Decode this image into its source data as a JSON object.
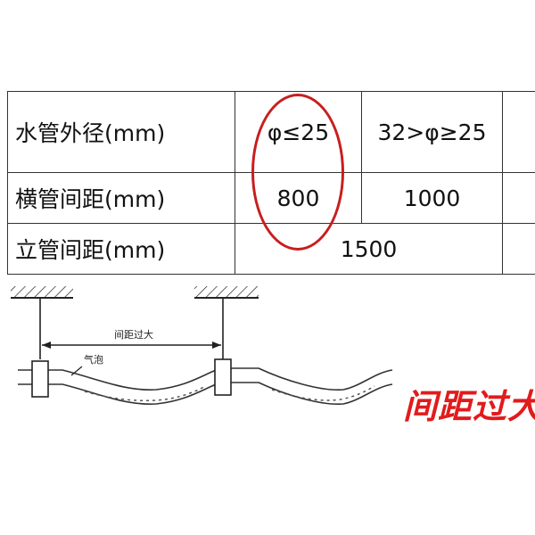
{
  "table": {
    "rows": [
      {
        "label": "水管外径(mm)",
        "values": [
          "φ≤25",
          "32>φ≥25"
        ]
      },
      {
        "label": "横管间距(mm)",
        "values": [
          "800",
          "1000"
        ]
      },
      {
        "label": "立管间距(mm)",
        "values": [
          "1500"
        ]
      }
    ]
  },
  "diagram": {
    "span_label": "间距过大",
    "bubble_label": "气泡"
  },
  "warning_text": "间距过大",
  "colors": {
    "highlight_ellipse": "#c81e1e",
    "warning_text": "#e21b1b"
  }
}
